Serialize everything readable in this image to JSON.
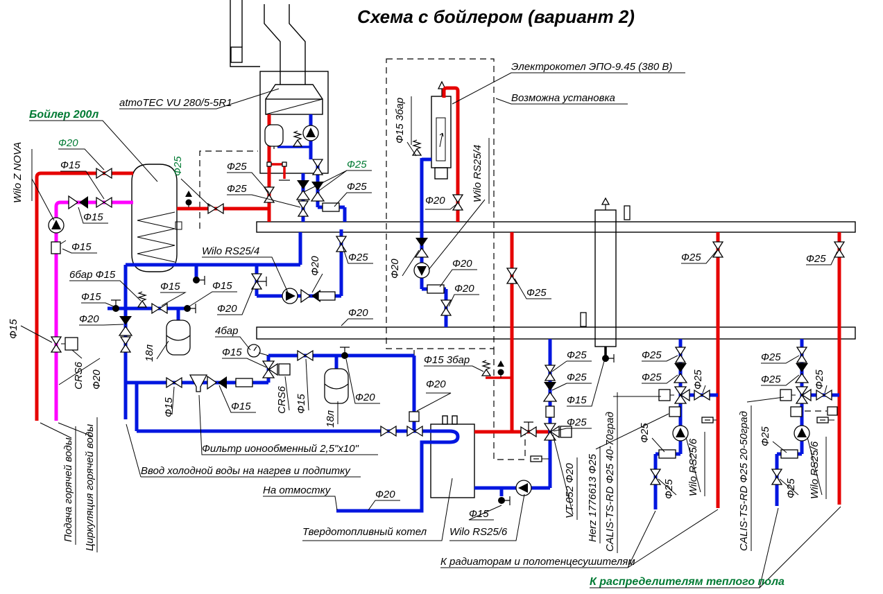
{
  "diagram": {
    "title": "Схема с бойлером (вариант 2)",
    "colors": {
      "pipe_hot": "#e60000",
      "pipe_cold": "#0016e0",
      "pipe_circulation": "#ff00ff",
      "accent_green_label": "#007a33",
      "line_black": "#000000"
    },
    "labels": [
      {
        "text": "Бойлер 200л",
        "color": "green"
      },
      {
        "text": "atmoTEC VU 280/5-5R1"
      },
      {
        "text": "Электрокотел ЭПО-9.45 (380 В)"
      },
      {
        "text": "Возможна установка"
      },
      {
        "text": "Wilo Z NOVA"
      },
      {
        "text": "Ф20",
        "color": "green"
      },
      {
        "text": "Ф15"
      },
      {
        "text": "Ф15"
      },
      {
        "text": "Ф15"
      },
      {
        "text": "6бар Ф15"
      },
      {
        "text": "Ф15"
      },
      {
        "text": "Ф20"
      },
      {
        "text": "Ф15"
      },
      {
        "text": "CRS6"
      },
      {
        "text": "Ф20"
      },
      {
        "text": "Подача горячей воды"
      },
      {
        "text": "Циркуляция горячей воды"
      },
      {
        "text": "Ф25",
        "color": "green"
      },
      {
        "text": "Ф25"
      },
      {
        "text": "Ф25"
      },
      {
        "text": "Ф25",
        "color": "green"
      },
      {
        "text": "Ф25"
      },
      {
        "text": "Wilo RS25/4"
      },
      {
        "text": "Ф15"
      },
      {
        "text": "Ф15"
      },
      {
        "text": "Ф20"
      },
      {
        "text": "Ф20"
      },
      {
        "text": "4бар"
      },
      {
        "text": "Ф15"
      },
      {
        "text": "18л"
      },
      {
        "text": "Ф15"
      },
      {
        "text": "Ф15"
      },
      {
        "text": "CRS6"
      },
      {
        "text": "Ф15"
      },
      {
        "text": "18л"
      },
      {
        "text": "Ф20"
      },
      {
        "text": "Фильтр ионообменный 2,5\"х10\""
      },
      {
        "text": "Ввод холодной воды на нагрев и подпитку"
      },
      {
        "text": "На отмостку"
      },
      {
        "text": "Ф20"
      },
      {
        "text": "Твердотопливный котел"
      },
      {
        "text": "Wilo RS25/6"
      },
      {
        "text": "Ф15"
      },
      {
        "text": "Ф15 3бар"
      },
      {
        "text": "Wilo RS25/4"
      },
      {
        "text": "Ф20"
      },
      {
        "text": "Ф25"
      },
      {
        "text": "Ф20"
      },
      {
        "text": "Ф20"
      },
      {
        "text": "Ф20"
      },
      {
        "text": "Ф20"
      },
      {
        "text": "Ф15 3бар"
      },
      {
        "text": "Ф20"
      },
      {
        "text": "Ф25"
      },
      {
        "text": "Ф25"
      },
      {
        "text": "Ф25"
      },
      {
        "text": "Ф15"
      },
      {
        "text": "Ф25"
      },
      {
        "text": "VT.052 Ф20"
      },
      {
        "text": "Herz 1776613 Ф25"
      },
      {
        "text": "CALIS-TS-RD Ф25 40-70град"
      },
      {
        "text": "Ф25"
      },
      {
        "text": "Ф25"
      },
      {
        "text": "Ф25"
      },
      {
        "text": "Ф25"
      },
      {
        "text": "Ф25"
      },
      {
        "text": "Wilo RS25/6"
      },
      {
        "text": "Ф25"
      },
      {
        "text": "К радиаторам и полотенцесушителям"
      },
      {
        "text": "CALIS-TS-RD Ф25 20-50град"
      },
      {
        "text": "Ф25"
      },
      {
        "text": "Ф25"
      },
      {
        "text": "Ф25"
      },
      {
        "text": "Ф25"
      },
      {
        "text": "Ф25"
      },
      {
        "text": "Wilo RS25/6"
      },
      {
        "text": "Ф25"
      },
      {
        "text": "К распределителям теплого пола",
        "color": "green"
      }
    ]
  }
}
